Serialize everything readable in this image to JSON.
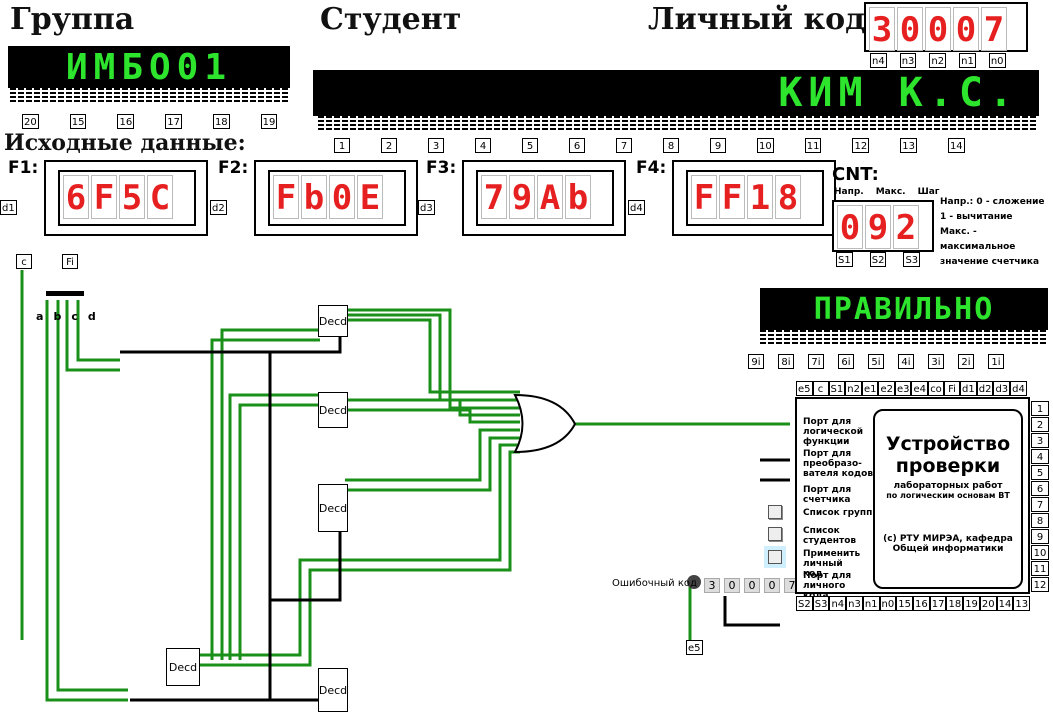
{
  "header": {
    "group_label": "Группа",
    "student_label": "Студент",
    "code_label": "Личный код:",
    "source_label": "Исходные данные:"
  },
  "group_display": "ИМБО01",
  "group_pins": [
    "20",
    "15",
    "16",
    "17",
    "18",
    "19"
  ],
  "student_display": "КИМ К.С.",
  "student_pins": [
    "1",
    "2",
    "3",
    "4",
    "5",
    "6",
    "7",
    "8",
    "9",
    "10",
    "11",
    "12",
    "13",
    "14"
  ],
  "personal_code": {
    "digits": [
      "3",
      "0",
      "0",
      "0",
      "7"
    ],
    "pins": [
      "n4",
      "n3",
      "n2",
      "n1",
      "n0"
    ]
  },
  "functions": [
    {
      "name": "F1:",
      "input": "d1",
      "digits": [
        "6",
        "F",
        "5",
        "C"
      ]
    },
    {
      "name": "F2:",
      "input": "d2",
      "digits": [
        "F",
        "b",
        "0",
        "E"
      ]
    },
    {
      "name": "F3:",
      "input": "d3",
      "digits": [
        "7",
        "9",
        "A",
        "b"
      ]
    },
    {
      "name": "F4:",
      "input": "d4",
      "digits": [
        "F",
        "F",
        "1",
        "8"
      ]
    }
  ],
  "cnt": {
    "label": "CNT:",
    "headers": [
      "Напр.",
      "Макс.",
      "Шаг"
    ],
    "digits": [
      "0",
      "9",
      "2"
    ],
    "pins": [
      "S1",
      "S2",
      "S3"
    ],
    "note_lines": [
      "Напр.: 0 - сложение",
      "1 - вычитание",
      "Макс. - максимальное",
      "значение счетчика"
    ]
  },
  "result_display": "ПРАВИЛЬНО",
  "result_pins": [
    "9i",
    "8i",
    "7i",
    "6i",
    "5i",
    "4i",
    "3i",
    "2i",
    "1i"
  ],
  "circuit": {
    "input_c": "c",
    "input_fi": "Fi",
    "splitter_labels": [
      "a",
      "b",
      "c",
      "d"
    ],
    "decoder_label": "Decd",
    "error_label": "Ошибочный код",
    "error_digits": [
      "3",
      "0",
      "0",
      "0",
      "7"
    ],
    "error_pin": "e5"
  },
  "device": {
    "top_ports": [
      "e5",
      "c",
      "S1",
      "n2",
      "e1",
      "e2",
      "e3",
      "e4",
      "co",
      "Fi",
      "d1",
      "d2",
      "d3",
      "d4"
    ],
    "bottom_ports": [
      "S2",
      "S3",
      "n4",
      "n3",
      "n1",
      "n0",
      "15",
      "16",
      "17",
      "18",
      "19",
      "20",
      "14",
      "13"
    ],
    "right_ports": [
      "1",
      "2",
      "3",
      "4",
      "5",
      "6",
      "7",
      "8",
      "9",
      "10",
      "11",
      "12"
    ],
    "port_logic": "Порт для логической функции",
    "port_codes": "Порт для преобразо-вателя кодов",
    "port_counter": "Порт для счетчика",
    "list_groups": "Список групп",
    "list_students": "Список студентов",
    "apply_code": "Применить личный код",
    "port_personal": "Порт для личного кода",
    "title_line1": "Устройство",
    "title_line2": "проверки",
    "sub_line1": "лабораторных работ",
    "sub_line2": "по логическим основам ВТ",
    "copyright1": "(с) РТУ МИРЭА, кафедра",
    "copyright2": "Общей информатики"
  }
}
